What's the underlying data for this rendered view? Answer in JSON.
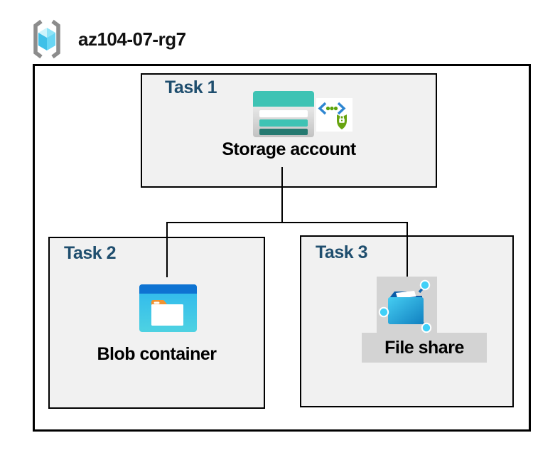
{
  "header": {
    "resource_group_name": "az104-07-rg7",
    "icon": "azure-resource-group-icon"
  },
  "tasks": [
    {
      "label": "Task 1",
      "item": "Storage account",
      "icons": [
        "storage-account-icon",
        "secure-endpoint-icon"
      ]
    },
    {
      "label": "Task 2",
      "item": "Blob container",
      "icons": [
        "blob-container-icon"
      ]
    },
    {
      "label": "Task 3",
      "item": "File share",
      "icons": [
        "file-share-icon"
      ]
    }
  ],
  "connections": [
    {
      "from": "Storage account",
      "to": "Blob container"
    },
    {
      "from": "Storage account",
      "to": "File share"
    }
  ],
  "colors": {
    "task_label": "#1f4e6e",
    "box_fill": "#f1f1f1",
    "box_border": "#000000",
    "teal_accent": "#3ec3b4",
    "teal_dark": "#257a71",
    "blue_titlebar": "#0e73d2",
    "cyan_body": "#2db7ee",
    "orange_tab": "#f2922e",
    "shield_green": "#68a410",
    "chevron_blue": "#2e86d1",
    "cube_cyan": "#3fc0e8",
    "bracket_gray": "#8c8c8c",
    "selection_gray": "#d3d3d3"
  }
}
